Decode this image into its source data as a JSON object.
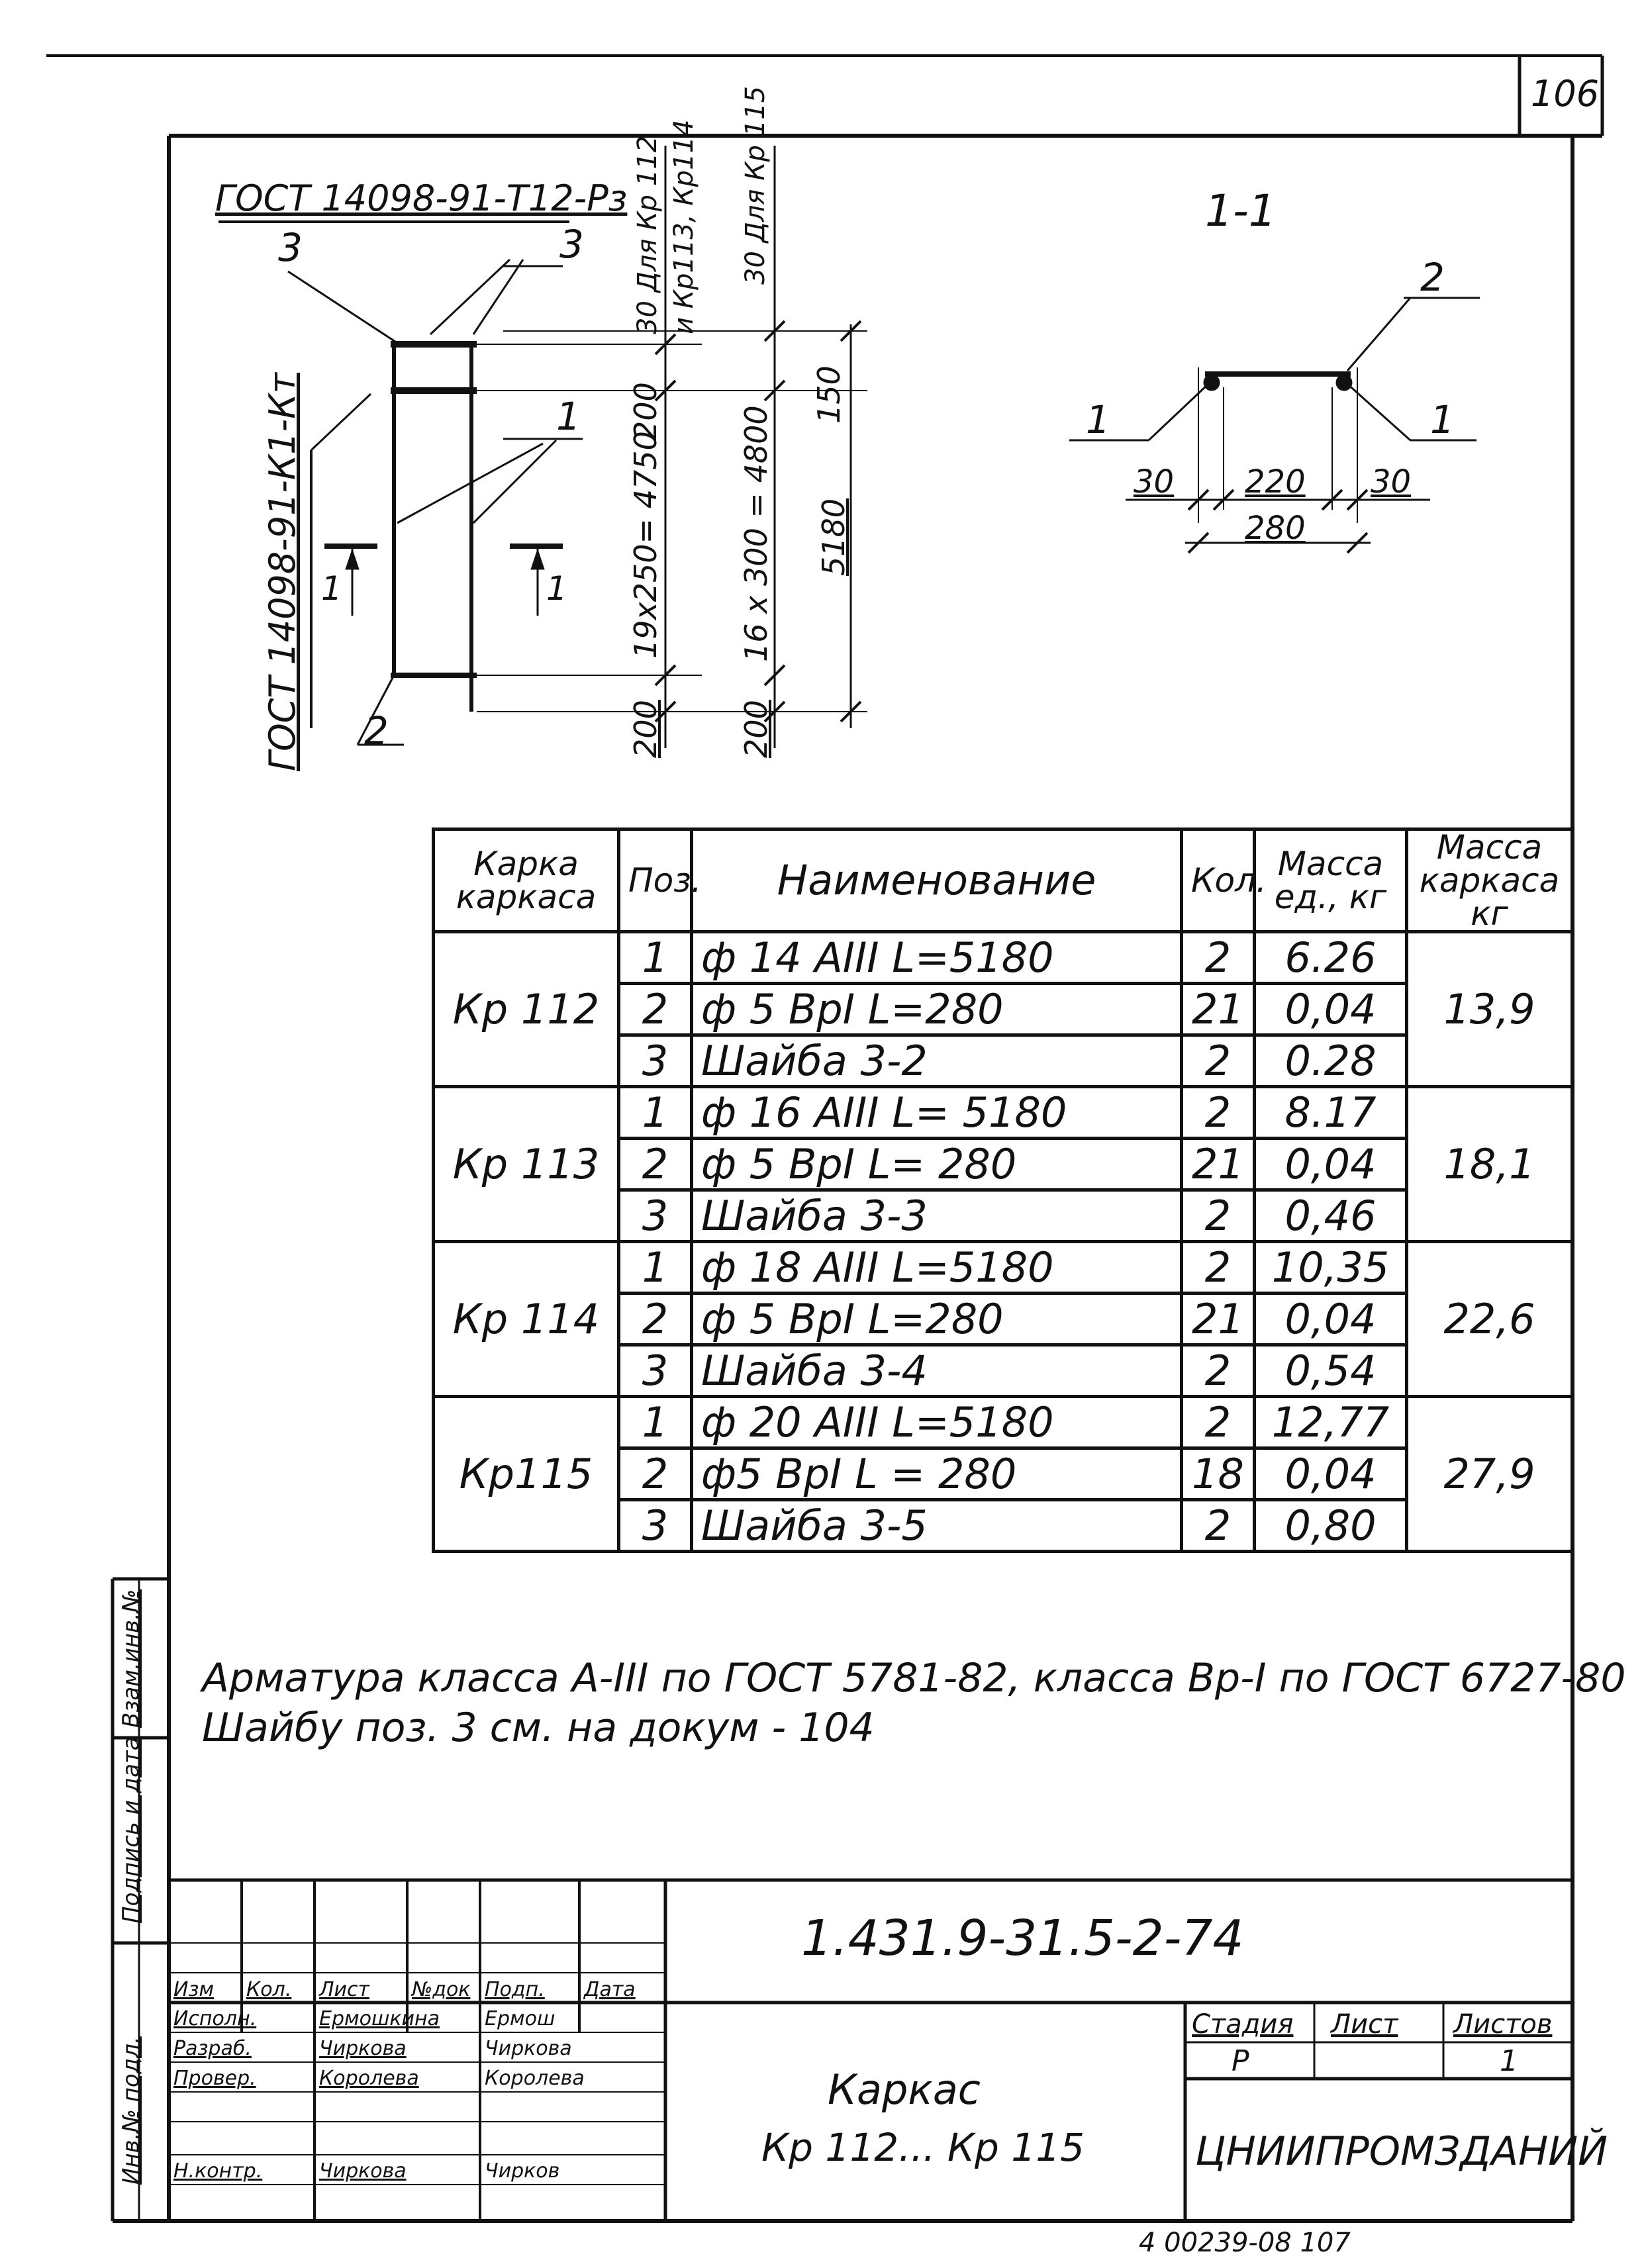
{
  "sheet_number": "106",
  "drawing": {
    "gost_top": "ГОСТ 14098-91-Т12-Рз",
    "gost_left": "ГОСТ 14098-91-К1-Кт",
    "pos_labels": [
      "3",
      "3",
      "1",
      "2",
      "1",
      "1"
    ],
    "section_marks": [
      "1",
      "1"
    ],
    "dim_col1_top": "30 Для Кр 112",
    "dim_col1_top2": "и Кр113, Кр114",
    "dim_col1_mid": "200",
    "dim_col1_main": "19х250= 4750",
    "dim_col1_bottom": "200",
    "dim_col2_top": "30 Для Кр 115",
    "dim_col2_top2": "150",
    "dim_col2_main": "16 х 300 = 4800",
    "dim_col2_bottom": "200",
    "dim_total": "5180"
  },
  "section": {
    "title": "1-1",
    "pos2": "2",
    "pos1_left": "1",
    "pos1_right": "1",
    "dim_left": "30",
    "dim_mid": "220",
    "dim_right": "30",
    "dim_total": "280"
  },
  "table": {
    "headers": [
      "Карка каркаса",
      "Поз.",
      "Наименование",
      "Кол.",
      "Масса ед., кг",
      "Масса каркаса кг"
    ],
    "groups": [
      {
        "mark": "Кр 112",
        "mass": "13,9",
        "rows": [
          {
            "pos": "1",
            "name": "ф 14 АIII   L=5180",
            "qty": "2",
            "unit": "6.26"
          },
          {
            "pos": "2",
            "name": "ф 5 ВрI   L=280",
            "qty": "21",
            "unit": "0,04"
          },
          {
            "pos": "3",
            "name": "Шайба 3-2",
            "qty": "2",
            "unit": "0.28"
          }
        ]
      },
      {
        "mark": "Кр 113",
        "mass": "18,1",
        "rows": [
          {
            "pos": "1",
            "name": "ф 16 АIII   L= 5180",
            "qty": "2",
            "unit": "8.17"
          },
          {
            "pos": "2",
            "name": "ф 5 ВрI   L= 280",
            "qty": "21",
            "unit": "0,04"
          },
          {
            "pos": "3",
            "name": "Шайба 3-3",
            "qty": "2",
            "unit": "0,46"
          }
        ]
      },
      {
        "mark": "Кр 114",
        "mass": "22,6",
        "rows": [
          {
            "pos": "1",
            "name": "ф 18 АIII   L=5180",
            "qty": "2",
            "unit": "10,35"
          },
          {
            "pos": "2",
            "name": "ф 5 ВрI   L=280",
            "qty": "21",
            "unit": "0,04"
          },
          {
            "pos": "3",
            "name": "Шайба   3-4",
            "qty": "2",
            "unit": "0,54"
          }
        ]
      },
      {
        "mark": "Кр115",
        "mass": "27,9",
        "rows": [
          {
            "pos": "1",
            "name": "ф 20 АIII   L=5180",
            "qty": "2",
            "unit": "12,77"
          },
          {
            "pos": "2",
            "name": "ф5 ВрI   L = 280",
            "qty": "18",
            "unit": "0,04"
          },
          {
            "pos": "3",
            "name": "Шайба   3-5",
            "qty": "2",
            "unit": "0,80"
          }
        ]
      }
    ]
  },
  "notes": [
    "Арматура класса А-III по ГОСТ 5781-82, класса Вр-I по ГОСТ 6727-80",
    "Шайбу поз. 3 см. на докум - 104"
  ],
  "side_stamp": {
    "items": [
      "Инв.№ подл.",
      "Подпись и дата",
      "Взам.инв.№"
    ]
  },
  "title_block": {
    "doc_code": "1.431.9-31.5-2-74",
    "col_headers": [
      "Изм",
      "Кол.",
      "Лист",
      "№док",
      "Подп.",
      "Дата"
    ],
    "roles": [
      {
        "role": "Исполн.",
        "name": "Ермошкина",
        "sign": "Ермош"
      },
      {
        "role": "Разраб.",
        "name": "Чиркова",
        "sign": "Чиркова"
      },
      {
        "role": "Провер.",
        "name": "Королева",
        "sign": "Королева"
      },
      {
        "role": "Н.контр.",
        "name": "Чиркова",
        "sign": "Чирков"
      }
    ],
    "title_line1": "Каркас",
    "title_line2": "Кр 112...  Кр 115",
    "stage_label": "Стадия",
    "sheet_label": "Лист",
    "sheets_label": "Листов",
    "stage_value": "Р",
    "sheets_value": "1",
    "org": "ЦНИИПРОМЗДАНИЙ"
  },
  "bottom_number": "4 00239-08   107"
}
